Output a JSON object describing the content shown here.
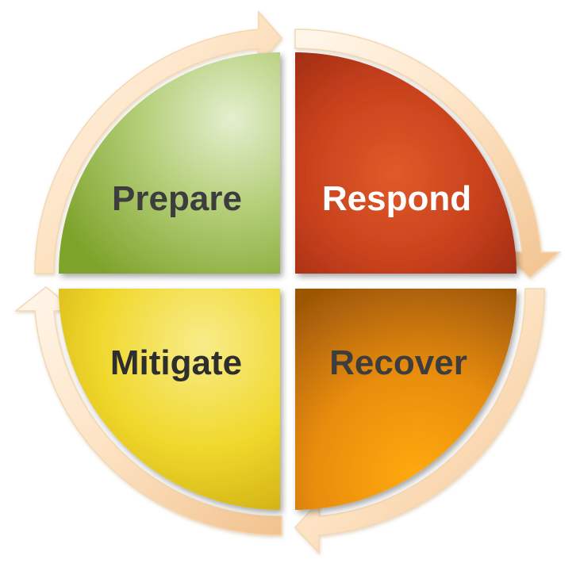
{
  "diagram": {
    "quadrants": [
      {
        "id": "prepare",
        "label": "Prepare",
        "text_color": "#3d3d3d",
        "fill_light": "#e4efcf",
        "fill_mid": "#b5cf7a",
        "fill_dark": "#7ea32b"
      },
      {
        "id": "respond",
        "label": "Respond",
        "text_color": "#ffffff",
        "fill_light": "#e05a2a",
        "fill_mid": "#c6401c",
        "fill_dark": "#8f2410"
      },
      {
        "id": "recover",
        "label": "Recover",
        "text_color": "#3d3d3d",
        "fill_light": "#ffaa12",
        "fill_mid": "#e88c0a",
        "fill_dark": "#9c5606"
      },
      {
        "id": "mitigate",
        "label": "Mitigate",
        "text_color": "#2e2e2e",
        "fill_light": "#f8ec8a",
        "fill_mid": "#f0d82c",
        "fill_dark": "#c9a60e"
      }
    ],
    "arrow_colors": {
      "light": "#fff7ec",
      "mid": "#fde2c2",
      "dark": "#f2c28e",
      "stroke": "#f3d8b4"
    }
  }
}
